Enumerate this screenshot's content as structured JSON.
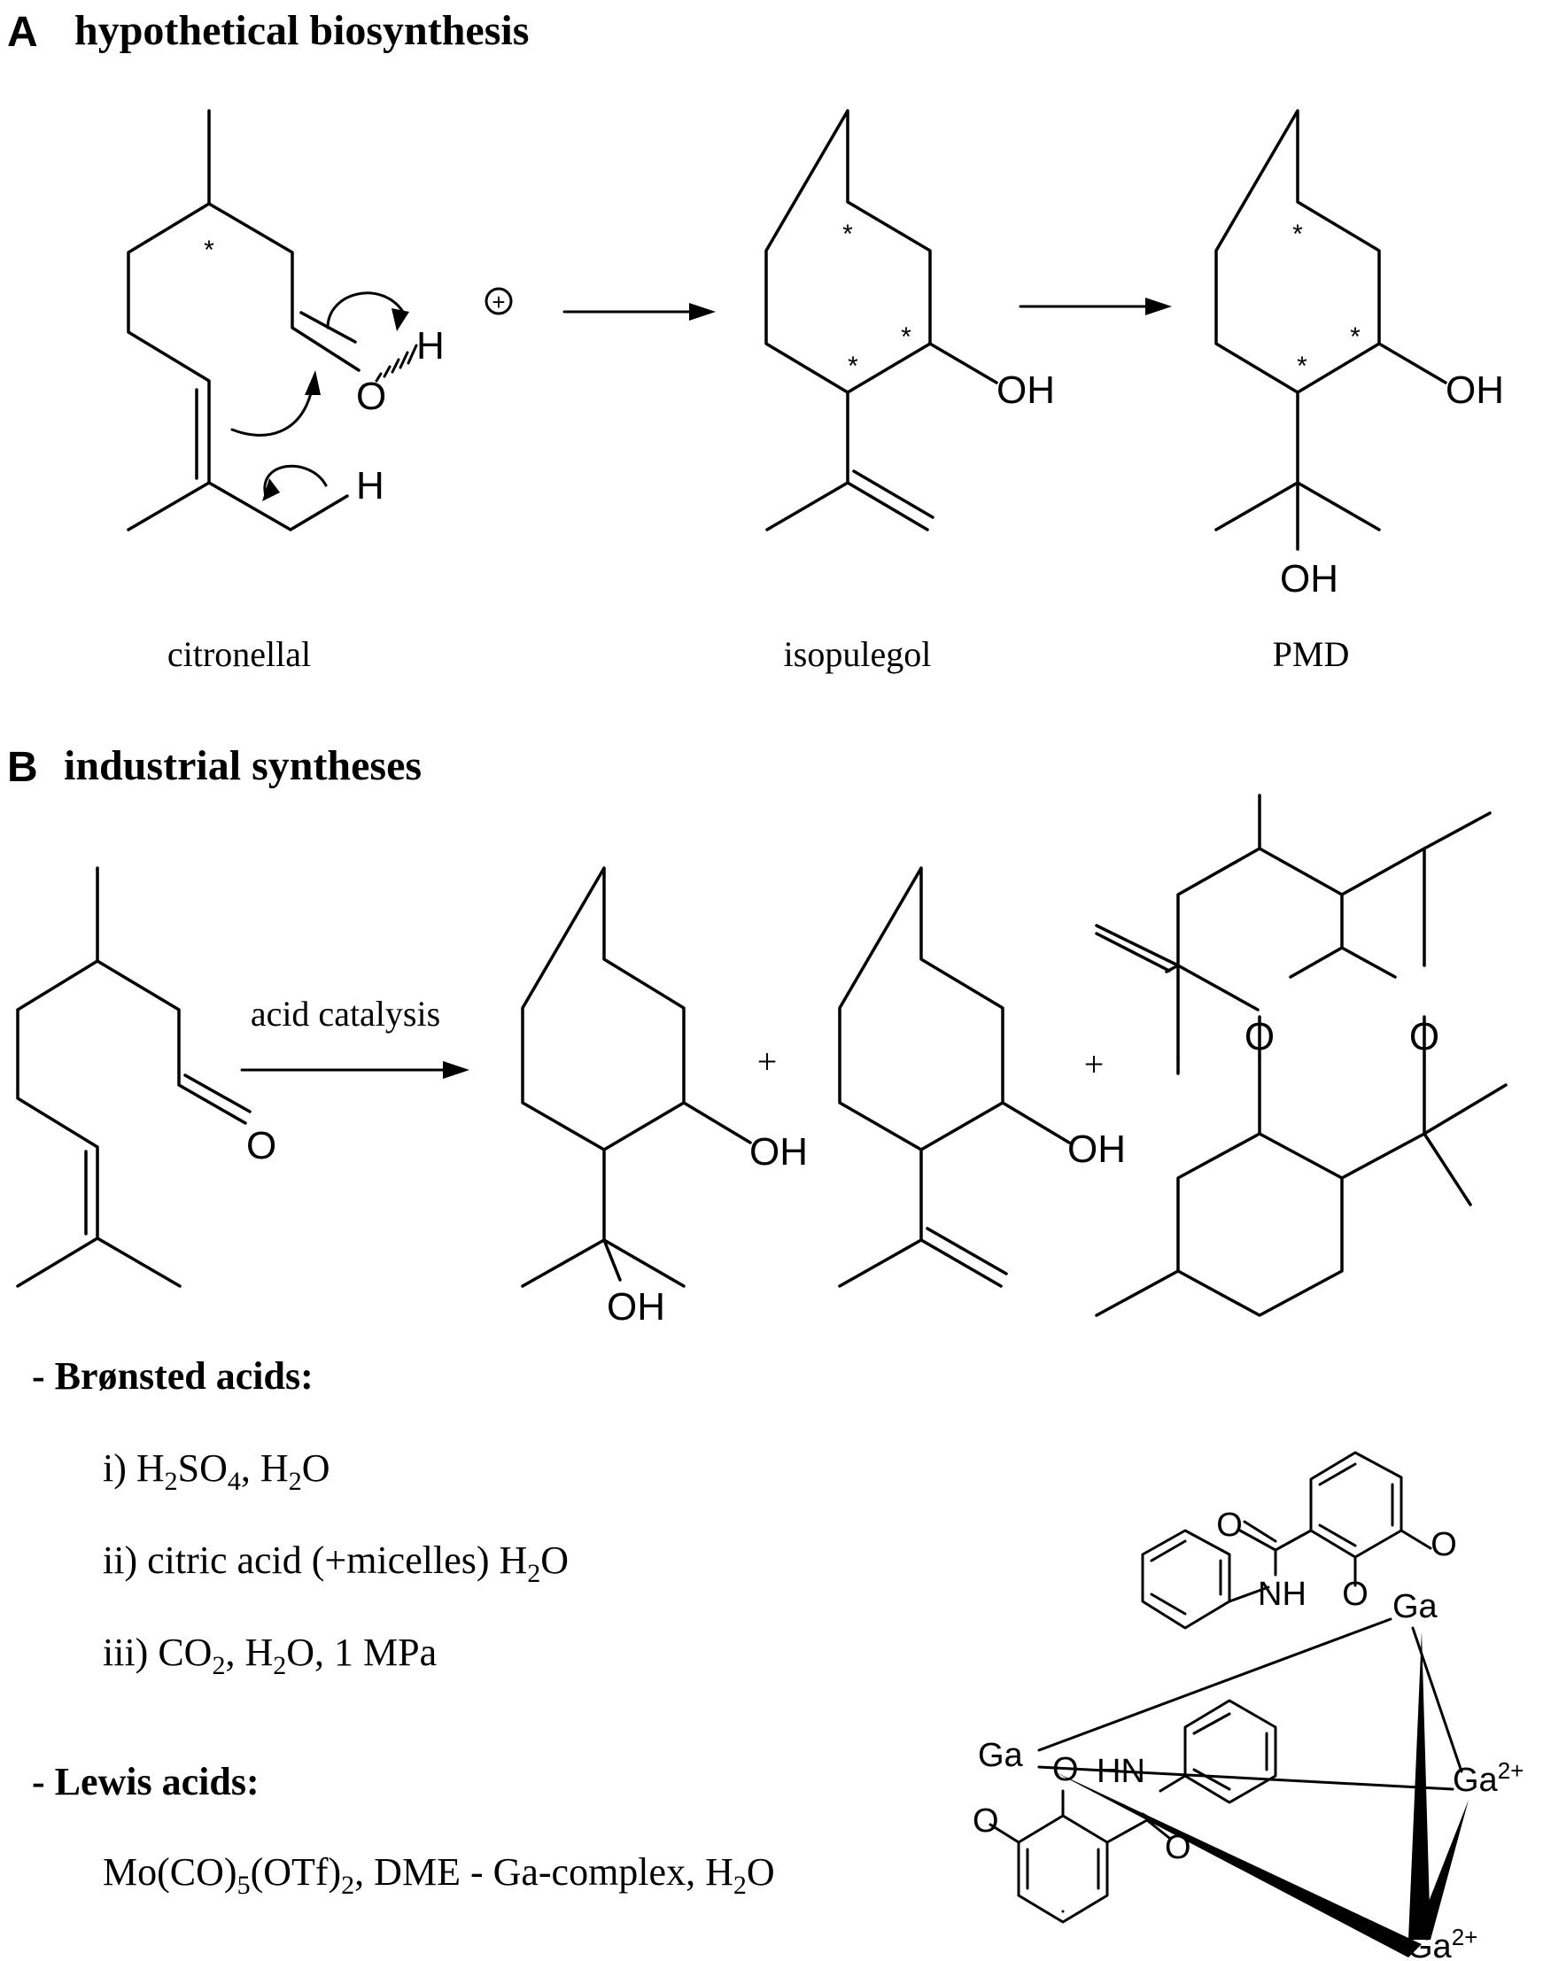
{
  "section_a": {
    "letter": "A",
    "title": "hypothetical biosynthesis",
    "labels": {
      "citronellal": "citronellal",
      "isopulegol": "isopulegol",
      "pmd": "PMD"
    },
    "atoms": {
      "h": "H",
      "o": "O",
      "oh": "OH",
      "plus_charge": "+",
      "stereo": "*"
    }
  },
  "section_b": {
    "letter": "B",
    "title": "industrial syntheses",
    "arrow_label": "acid catalysis",
    "plus": "+",
    "atoms": {
      "o": "O",
      "oh": "OH"
    },
    "bronsted": {
      "heading": "- Brønsted acids:",
      "items": [
        {
          "text": "i) H",
          "s1": "2",
          "t2": "SO",
          "s2": "4",
          "t3": ", H",
          "s3": "2",
          "t4": "O"
        },
        {
          "text": "ii) citric acid (+micelles) H",
          "s1": "2",
          "t2": "O"
        },
        {
          "text": "iii) CO",
          "s1": "2",
          "t2": ", H",
          "s2": "2",
          "t3": "O, 1  MPa"
        }
      ]
    },
    "lewis": {
      "heading": "- Lewis acids:",
      "item": {
        "text": "Mo(CO)",
        "s1": "5",
        "t2": "(OTf)",
        "s2": "2",
        "t3": ", DME - Ga-complex, H",
        "s3": "2",
        "t4": "O"
      }
    },
    "complex_atoms": {
      "o": "O",
      "nh": "NH",
      "hn": "HN",
      "ga": "Ga",
      "ga2": "Ga",
      "charge": "2+"
    }
  }
}
